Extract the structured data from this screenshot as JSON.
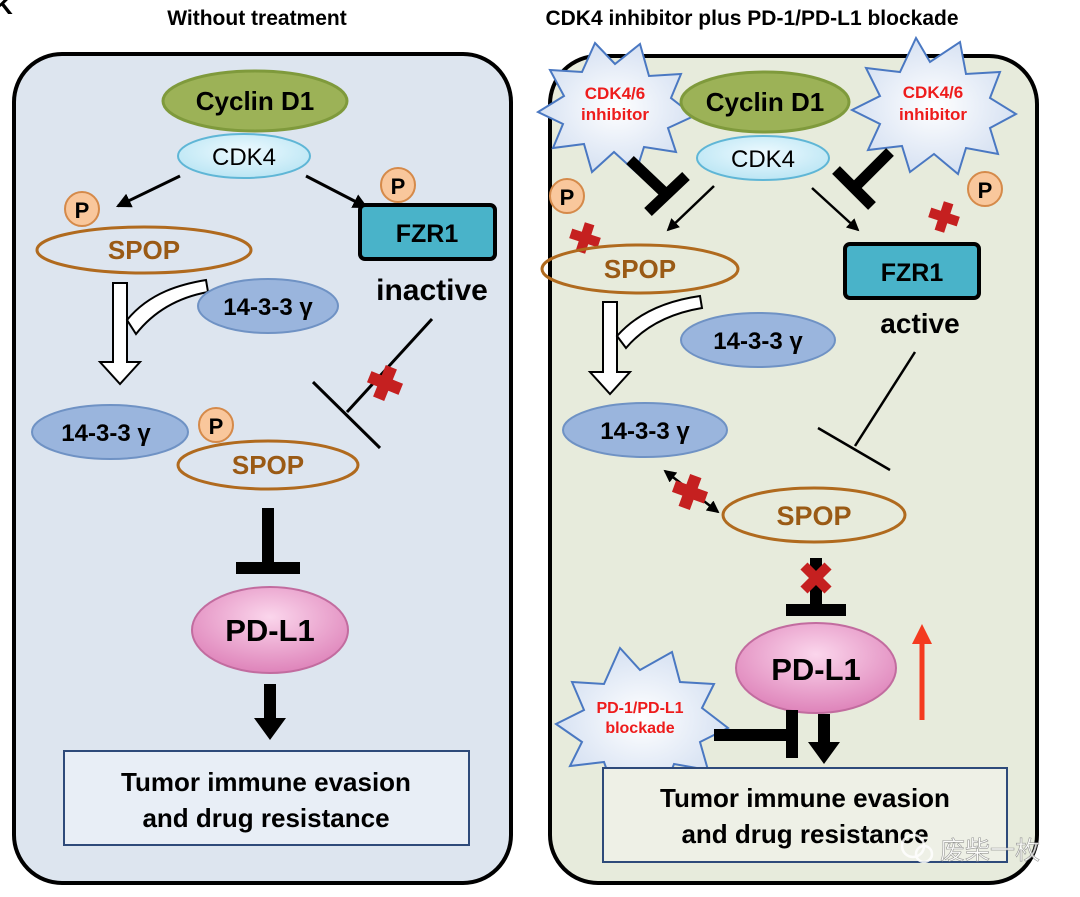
{
  "panel_letter": "K",
  "left": {
    "title": "Without treatment",
    "cyclin": "Cyclin D1",
    "cdk": "CDK4",
    "p": "P",
    "spop": "SPOP",
    "fzr1": "FZR1",
    "fzr1_state": "inactive",
    "protein_1433": "14-3-3 γ",
    "pdl1": "PD-L1",
    "outcome_line1": "Tumor immune evasion",
    "outcome_line2": "and drug resistance"
  },
  "right": {
    "title": "CDK4 inhibitor plus PD-1/PD-L1 blockade",
    "cyclin": "Cyclin D1",
    "cdk": "CDK4",
    "inhibitor_line1": "CDK4/6",
    "inhibitor_line2": "inhibitor",
    "p": "P",
    "spop": "SPOP",
    "fzr1": "FZR1",
    "fzr1_state": "active",
    "protein_1433": "14-3-3 γ",
    "pdl1": "PD-L1",
    "blockade_line1": "PD-1/PD-L1",
    "blockade_line2": "blockade",
    "outcome_line1": "Tumor immune evasion",
    "outcome_line2": "and drug resistance"
  },
  "watermark": "废柴一枚",
  "colors": {
    "left_panel_fill": "#dde5ef",
    "right_panel_fill": "#e7ebdc",
    "cyclin_fill": "#9cb257",
    "cdk_fill": "#c6eef9",
    "phospho_fill": "#f9c79c",
    "spop_stroke": "#b06a1e",
    "fzr1_fill": "#49b3c9",
    "protein_1433_fill": "#9ab5dd",
    "pdl1_fill": "#e696c6",
    "outcome_border": "#2e4a7a",
    "inhibitor_text": "#ee1c1c",
    "block_cross": "#c52020",
    "upregulation_arrow": "#f43a1f"
  }
}
